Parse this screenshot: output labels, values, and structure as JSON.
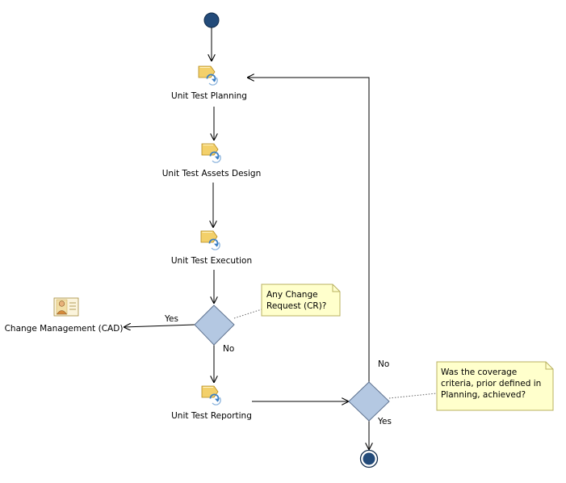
{
  "activities": {
    "unit_test_planning": "Unit Test Planning",
    "unit_test_assets_design": "Unit Test Assets Design",
    "unit_test_execution": "Unit Test Execution",
    "unit_test_reporting": "Unit Test Reporting",
    "change_management": "Change Management (CAD)"
  },
  "decisions": {
    "cr_yes": "Yes",
    "cr_no": "No",
    "coverage_yes": "Yes",
    "coverage_no": "No"
  },
  "notes": {
    "cr_note": [
      "Any Change",
      "Request (CR)?"
    ],
    "coverage_note": [
      "Was the coverage",
      "criteria, prior defined in",
      "Planning, achieved?"
    ]
  },
  "icons": {
    "activity": "task-cycle-icon",
    "role": "role-card-icon"
  },
  "colors": {
    "start_node": "#234B7A",
    "decision_fill": "#B4C8E2",
    "note_fill": "#FFFFCC",
    "task_fill": "#F3D06A",
    "cycle_arrow": "#3B7FC4"
  }
}
